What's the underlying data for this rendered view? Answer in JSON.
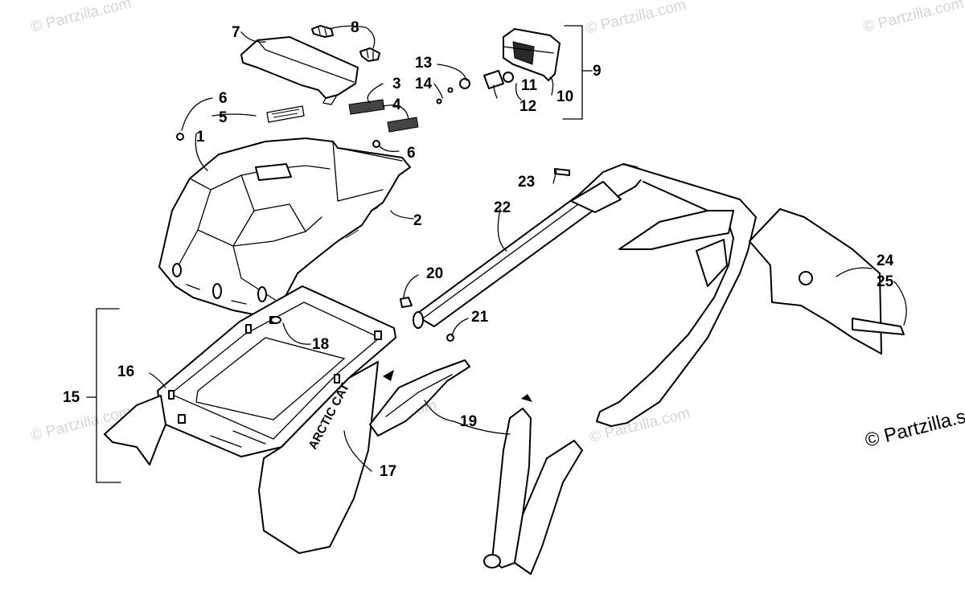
{
  "watermark": "© Partzilla.com",
  "copyright": "© Partzilla.s",
  "brand_text": "ARCTIC CAT",
  "callouts": {
    "c1": "1",
    "c2": "2",
    "c3": "3",
    "c4": "4",
    "c5": "5",
    "c6a": "6",
    "c6b": "6",
    "c7": "7",
    "c8": "8",
    "c9": "9",
    "c10": "10",
    "c11": "11",
    "c12": "12",
    "c13": "13",
    "c14": "14",
    "c15": "15",
    "c16": "16",
    "c17": "17",
    "c18": "18",
    "c19": "19",
    "c20": "20",
    "c21": "21",
    "c22": "22",
    "c23": "23",
    "c24": "24",
    "c25": "25"
  }
}
